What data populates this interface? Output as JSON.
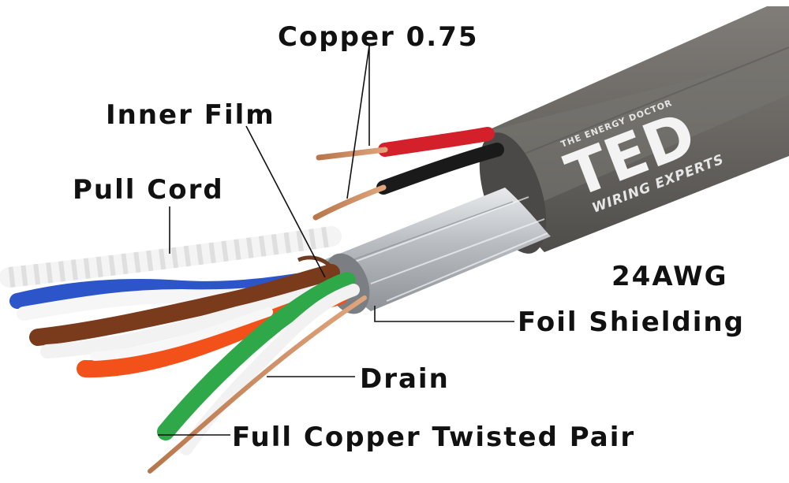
{
  "labels": {
    "copper": "Copper 0.75",
    "inner_film": "Inner Film",
    "pull_cord": "Pull Cord",
    "awg": "24AWG",
    "foil_shielding": "Foil Shielding",
    "drain": "Drain",
    "twisted_pair": "Full Copper Twisted Pair"
  },
  "brand": {
    "top_line": "THE ENERGY DOCTOR",
    "logo": "TED",
    "bottom_line": "WIRING EXPERTS"
  },
  "colors": {
    "jacket": "#6b6966",
    "foil": "#c9ccd0",
    "copper": "#c7875a",
    "red_wire": "#d4202a",
    "black_wire": "#1a1a1a",
    "pair_blue": "#2b55c8",
    "pair_brown": "#7a3a1c",
    "pair_orange": "#f2511a",
    "pair_green": "#2fa84a"
  }
}
